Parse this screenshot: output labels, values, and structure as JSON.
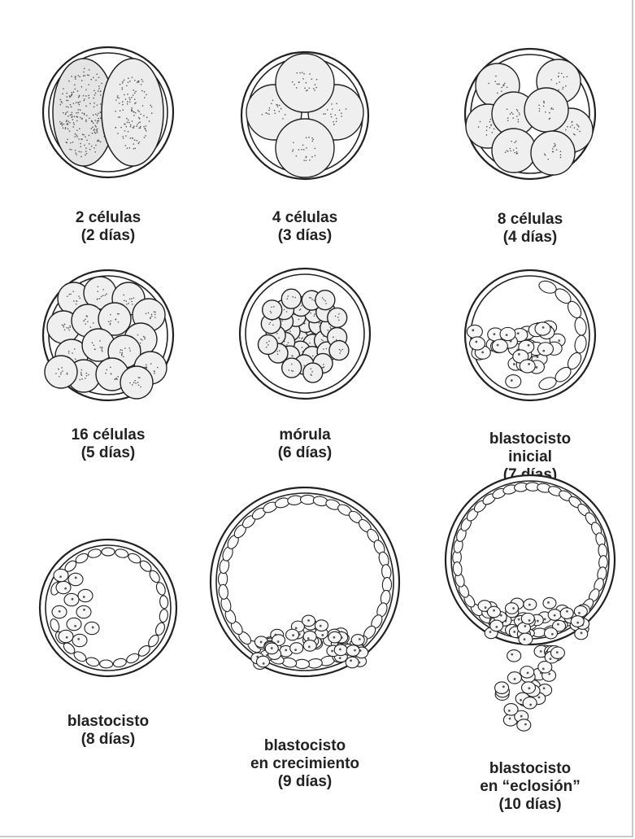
{
  "stages": [
    {
      "id": "s2",
      "lines": [
        "2 células",
        "(2 días)"
      ],
      "kind": "cleavage",
      "cells": 2
    },
    {
      "id": "s4",
      "lines": [
        "4 células",
        "(3 días)"
      ],
      "kind": "cleavage",
      "cells": 4
    },
    {
      "id": "s8",
      "lines": [
        "8 células",
        "(4 días)"
      ],
      "kind": "cleavage",
      "cells": 8
    },
    {
      "id": "s16",
      "lines": [
        "16 células",
        "(5 días)"
      ],
      "kind": "cleavage",
      "cells": 16
    },
    {
      "id": "sm",
      "lines": [
        "mórula",
        "(6 días)"
      ],
      "kind": "morula",
      "cells": 32
    },
    {
      "id": "sbi",
      "lines": [
        "blastocisto",
        "inicial",
        "(7 días)"
      ],
      "kind": "early-blastocyst"
    },
    {
      "id": "sb8",
      "lines": [
        "blastocisto",
        "(8 días)"
      ],
      "kind": "blastocyst"
    },
    {
      "id": "sbc",
      "lines": [
        "blastocisto",
        "en crecimiento",
        "(9 días)"
      ],
      "kind": "expanding-blastocyst"
    },
    {
      "id": "sbe",
      "lines": [
        "blastocisto",
        "en “eclosión”",
        "(10 días)"
      ],
      "kind": "hatching-blastocyst"
    }
  ],
  "colors": {
    "line": "#222222",
    "cell_fill": "#efefef",
    "stipple": "#555555"
  }
}
